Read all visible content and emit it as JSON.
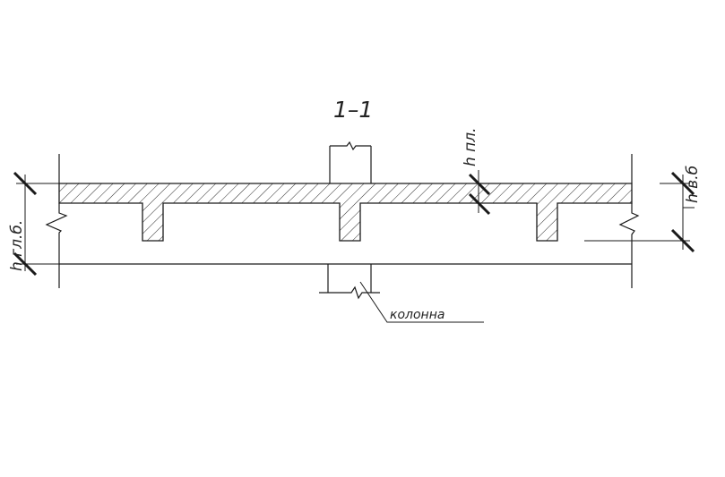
{
  "section_title": "1–1",
  "labels": {
    "main_beam_height": "h гл.б.",
    "slab_height": "h пл.",
    "secondary_beam_height": "h в.б",
    "column": "колонна"
  },
  "colors": {
    "line": "#1a1a1a",
    "hatch": "#2a2a2a",
    "background": "#ffffff"
  }
}
